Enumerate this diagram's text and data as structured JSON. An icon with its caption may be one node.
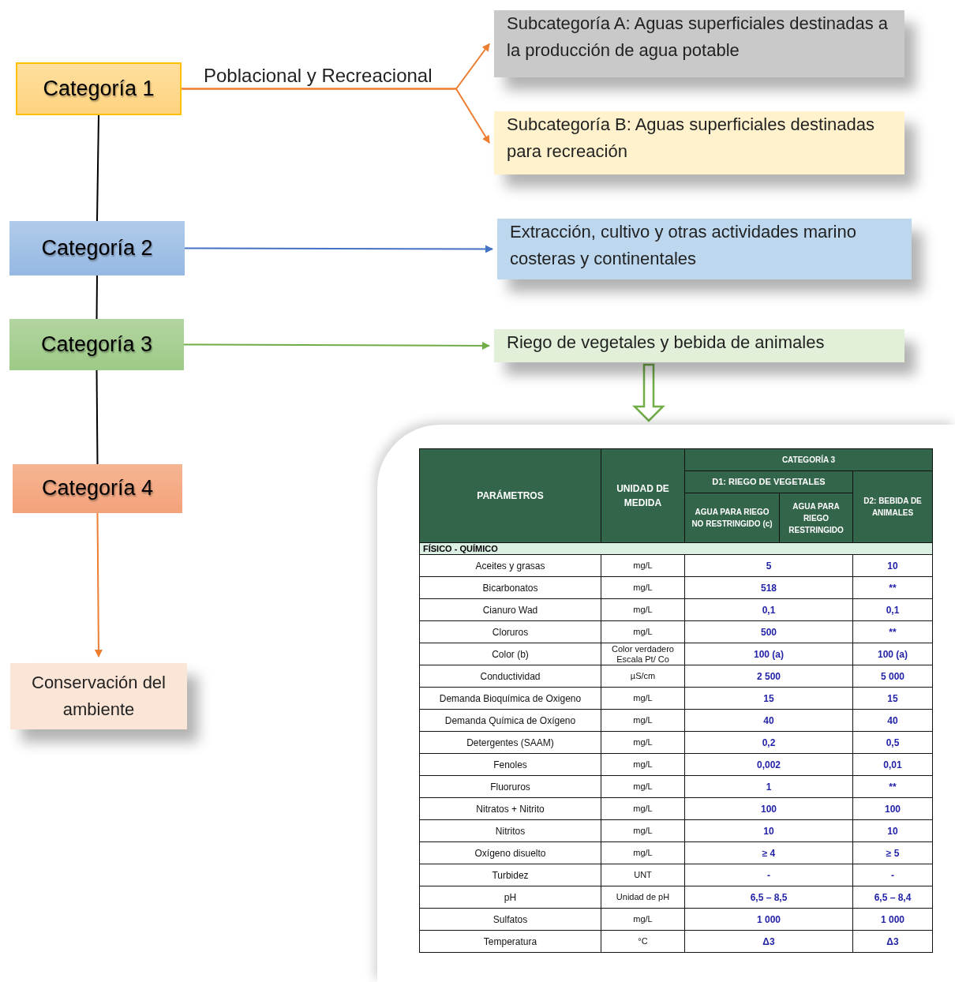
{
  "diagram": {
    "nodes": [
      {
        "text": [
          "Categoría 1"
        ]
      },
      {
        "text": [
          "Subcategoría A: Aguas superficiales destinadas a la producción de agua potable"
        ]
      },
      {
        "text": [
          "Subcategoría B: Aguas superficiales destinadas para recreación"
        ]
      },
      {
        "text": [
          "Categoría 2"
        ]
      },
      {
        "text": [
          "Extracción, cultivo y otras actividades marino costeras y continentales"
        ]
      },
      {
        "text": [
          "Categoría 3"
        ]
      },
      {
        "text": [
          "Riego de vegetales y bebida de animales"
        ]
      },
      {
        "text": [
          "Categoría 4"
        ]
      },
      {
        "text": [
          "Conservación del ambiente"
        ]
      },
      {
        "text": [],
        "shape": "box"
      }
    ],
    "edges": [
      {
        "from": 0,
        "to": 1,
        "arrow": "to",
        "label": "Poblacional y Recreacional",
        "color": "#ed7d31"
      },
      {
        "from": 0,
        "to": 2,
        "arrow": "to",
        "color": "#ed7d31"
      },
      {
        "from": 0,
        "to": 3,
        "arrow": "none",
        "color": "#000000"
      },
      {
        "from": 3,
        "to": 5,
        "arrow": "none",
        "color": "#000000"
      },
      {
        "from": 5,
        "to": 7,
        "arrow": "none",
        "color": "#000000"
      },
      {
        "from": 3,
        "to": 4,
        "arrow": "to",
        "color": "#4472c4"
      },
      {
        "from": 5,
        "to": 6,
        "arrow": "to",
        "color": "#70ad47"
      },
      {
        "from": 7,
        "to": 8,
        "arrow": "to",
        "color": "#ed7d31"
      },
      {
        "from": 6,
        "to": 9,
        "arrow": "to",
        "style": "thick",
        "color": "#70ad47"
      }
    ],
    "labels": [
      "PARÁMETROS",
      "UNIDAD DE MEDIDA",
      "CATEGORÍA 3",
      "D1: RIEGO DE VEGETALES",
      "D2: BEBIDA DE ANIMALES",
      "AGUA PARA RIEGO NO RESTRINGIDO (c)",
      "AGUA PARA RIEGO RESTRINGIDO",
      "FÍSICO - QUÍMICO",
      "Aceites y grasas",
      "mg/L",
      "5",
      "10",
      "Bicarbonatos",
      "mg/L",
      "518",
      "**",
      "Cianuro Wad",
      "mg/L",
      "0,1",
      "0,1",
      "Cloruros",
      "mg/L",
      "500",
      "**",
      "Color (b)",
      "Color verdadero Escala Pt/ Co",
      "100 (a)",
      "100 (a)",
      "Conductividad",
      "µS/cm",
      "2 500",
      "5 000",
      "Demanda Bioquímica de Oxigeno",
      "mg/L",
      "15",
      "15",
      "Demanda Química de Oxígeno",
      "mg/L",
      "40",
      "40",
      "Detergentes (SAAM)",
      "mg/L",
      "0,2",
      "0,5",
      "Fenoles",
      "mg/L",
      "0,002",
      "0,01",
      "Fluoruros",
      "mg/L",
      "1",
      "**",
      "Nitratos + Nitrito",
      "mg/L",
      "100",
      "100",
      "Nitritos",
      "mg/L",
      "10",
      "10",
      "Oxígeno disuelto",
      "mg/L",
      "≥ 4",
      "≥ 5",
      "Turbidez",
      "UNT",
      "-",
      "-",
      "pH",
      "Unidad de pH",
      "6,5 – 8,5",
      "6,5 – 8,4",
      "Sulfatos",
      "mg/L",
      "1 000",
      "1 000",
      "Temperatura",
      "°C",
      "Δ3",
      "Δ3"
    ]
  }
}
